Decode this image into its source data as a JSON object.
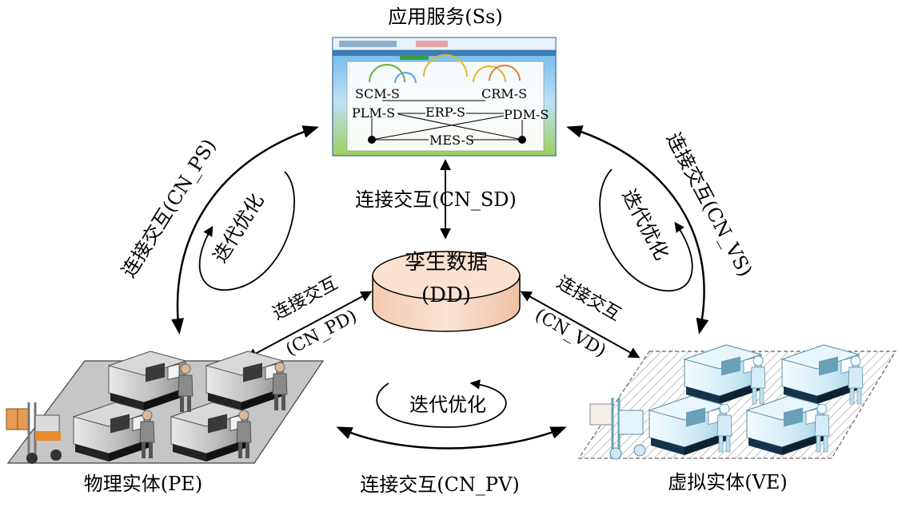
{
  "nodes": {
    "services": {
      "title": "应用服务(Ss)"
    },
    "twin_data": {
      "line1": "孪生数据",
      "line2": "(DD)"
    },
    "physical": {
      "title": "物理实体(PE)"
    },
    "virtual": {
      "title": "虚拟实体(VE)"
    }
  },
  "services_panel": {
    "modules": {
      "scm": "SCM-S",
      "crm": "CRM-S",
      "plm": "PLM-S",
      "erp": "ERP-S",
      "pdm": "PDM-S",
      "mes": "MES-S"
    }
  },
  "edges": {
    "cn_sd": "连接交互(CN_SD)",
    "cn_ps": "连接交互(CN_PS)",
    "cn_vs": "连接交互(CN_VS)",
    "cn_pv": "连接交互(CN_PV)",
    "cn_pd_line1": "连接交互",
    "cn_pd_line2": "(CN_PD)",
    "cn_vd_line1": "连接交互",
    "cn_vd_line2": "(CN_VD)"
  },
  "loops": {
    "left": "迭代优化",
    "right": "迭代优化",
    "bottom": "迭代优化"
  },
  "colors": {
    "cylinder_fill": "#f8d9c4",
    "cylinder_stroke": "#000000",
    "physical_floor": "#c8c8c8",
    "virtual_machine": "#dff3fb",
    "sky": "#8cc7ec",
    "grass": "#7fc24a"
  }
}
